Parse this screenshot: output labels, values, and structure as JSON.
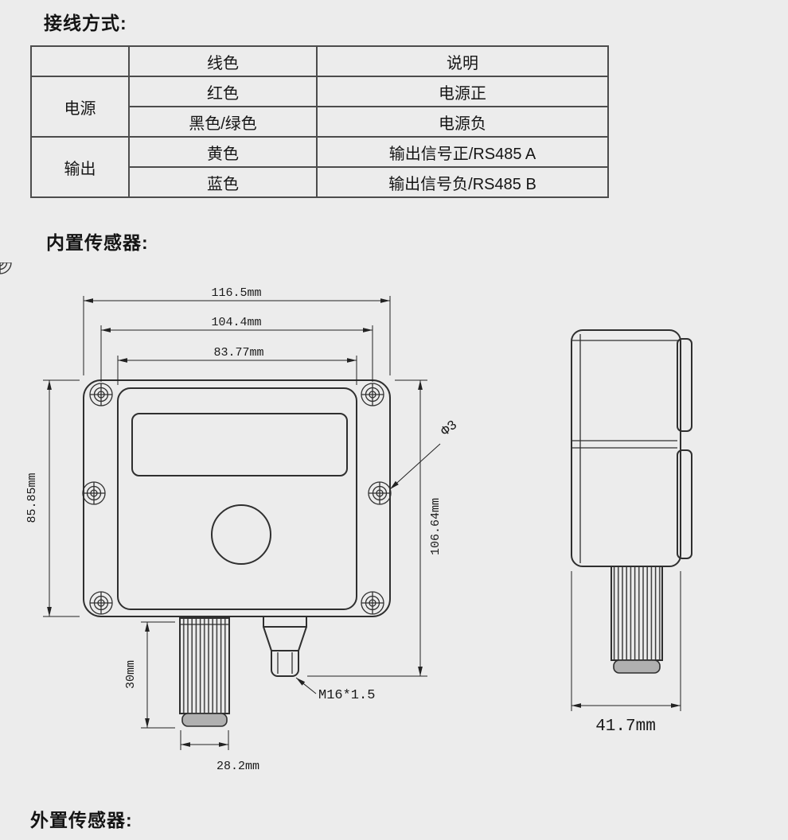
{
  "page": {
    "wiring_title": "接线方式:",
    "builtin_title": "内置传感器:",
    "external_title": "外置传感器:"
  },
  "wiring_table": {
    "col_headers": {
      "blank": "",
      "color": "线色",
      "desc": "说明"
    },
    "groups": [
      {
        "label": "电源",
        "rows": [
          {
            "color": "红色",
            "desc": "电源正"
          },
          {
            "color": "黑色/绿色",
            "desc": "电源负"
          }
        ]
      },
      {
        "label": "输出",
        "rows": [
          {
            "color": "黄色",
            "desc": "输出信号正/RS485 A"
          },
          {
            "color": "蓝色",
            "desc": "输出信号负/RS485 B"
          }
        ]
      }
    ]
  },
  "diagram": {
    "dims": {
      "width_outer": "116.5mm",
      "width_holes": "104.4mm",
      "width_inner": "83.77mm",
      "height_left": "85.85mm",
      "height_right": "106.64mm",
      "probe_length": "30mm",
      "probe_width": "28.2mm",
      "gland_thread": "M16*1.5",
      "hole_diameter": "Φ3",
      "side_depth": "41.7mm"
    }
  }
}
